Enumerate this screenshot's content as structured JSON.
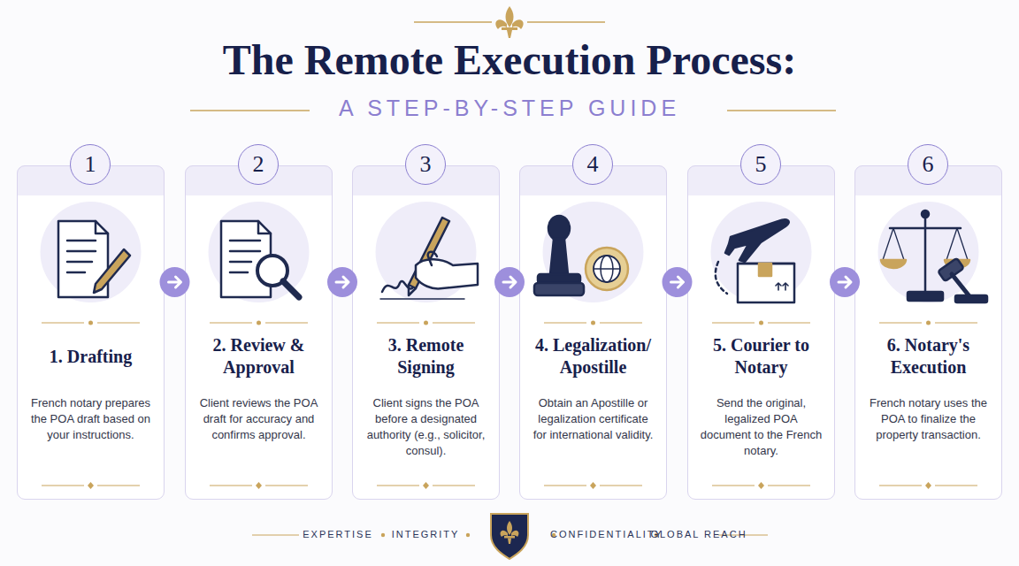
{
  "diagram": {
    "title": "The Remote Execution Process:",
    "nodes": [
      {
        "text": [
          "1. Drafting",
          "French notary prepares the POA draft based on your instructions."
        ]
      },
      {
        "text": [
          "1"
        ],
        "in": 0
      },
      {
        "text": [
          "2. Review & Approval",
          "Client reviews the POA draft for accuracy and confirms approval."
        ]
      },
      {
        "text": [
          "2"
        ],
        "in": 2
      },
      {
        "text": [
          "3. Remote Signing",
          "Client signs the POA before a designated authority (e.g., solicitor, consul)."
        ]
      },
      {
        "text": [
          "3"
        ],
        "in": 4
      },
      {
        "text": [
          "4. Legalization/ Apostille",
          "Obtain an Apostille or legalization certificate for international validity."
        ]
      },
      {
        "text": [
          "4"
        ],
        "in": 6
      },
      {
        "text": [
          "5. Courier to Notary",
          "Send the original, legalized POA document to the French notary."
        ]
      },
      {
        "text": [
          "5"
        ],
        "in": 8
      },
      {
        "text": [
          "6. Notary's Execution",
          "French notary uses the POA to finalize the property transaction."
        ]
      },
      {
        "text": [
          "6"
        ],
        "in": 10
      }
    ],
    "edges": [
      {
        "from": 0,
        "to": 2,
        "arrow": "to"
      },
      {
        "from": 2,
        "to": 4,
        "arrow": "to"
      },
      {
        "from": 4,
        "to": 6,
        "arrow": "to"
      },
      {
        "from": 6,
        "to": 8,
        "arrow": "to"
      },
      {
        "from": 8,
        "to": 10,
        "arrow": "to"
      }
    ],
    "labels": [
      "A STEP-BY-STEP GUIDE",
      "EXPERTISE",
      "INTEGRITY",
      "CONFIDENTIALITY",
      "GLOBAL REACH"
    ]
  }
}
